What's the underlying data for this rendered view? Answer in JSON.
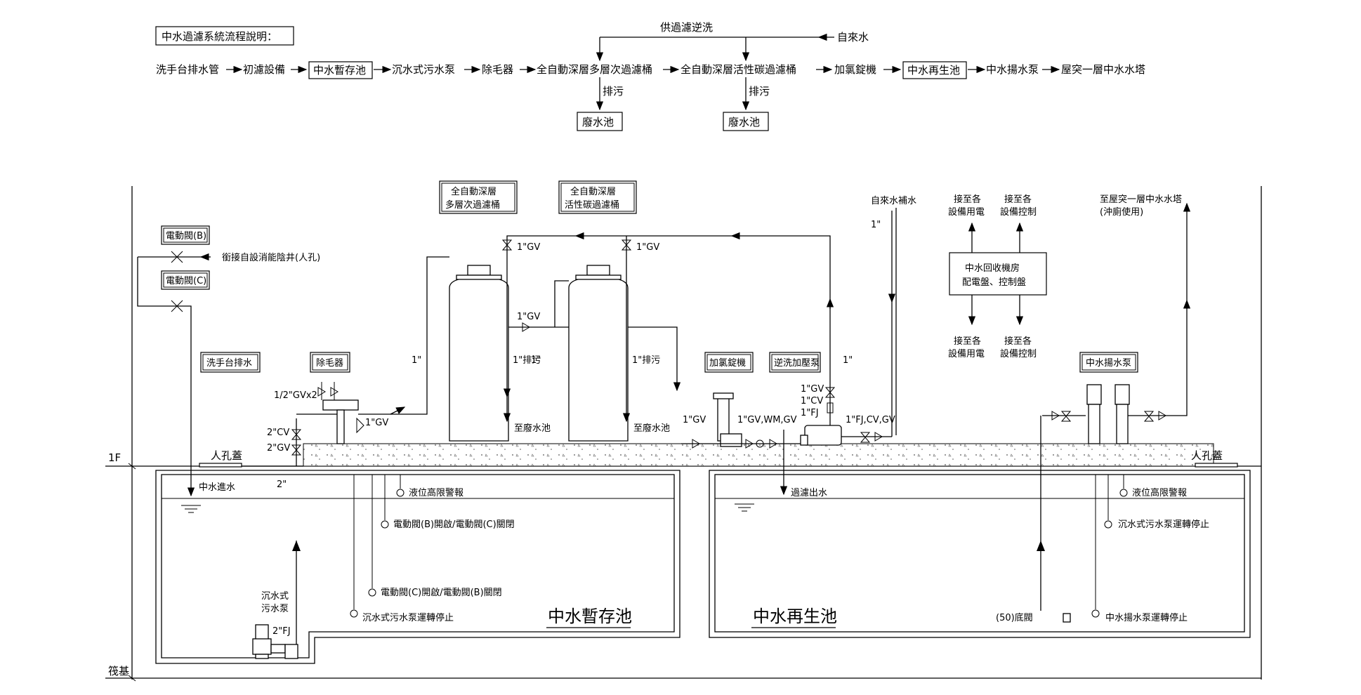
{
  "flow": {
    "title": "中水過濾系統流程說明：",
    "steps": [
      "洗手台排水管",
      "初濾設備",
      "中水暫存池",
      "沉水式污水泵",
      "除毛器",
      "全自動深層多層次過濾桶",
      "全自動深層活性碳過濾桶",
      "加氯錠機",
      "中水再生池",
      "中水揚水泵",
      "屋突一層中水水塔"
    ],
    "backwash": "供過濾逆洗",
    "city_water": "自來水",
    "drain_1": "排污",
    "drain_2": "排污",
    "waste_1": "廢水池",
    "waste_2": "廢水池"
  },
  "labels": {
    "valve_b": "電動閥(B)",
    "valve_c": "電動閥(C)",
    "connect_note": "銜接自設消能陰井(人孔)",
    "basin_drain": "洗手台排水",
    "hair_filter": "除毛器",
    "filter1": [
      "全自動深層",
      "多層次過濾桶"
    ],
    "filter2": [
      "全自動深層",
      "活性碳過濾桶"
    ],
    "chlorinator": "加氯錠機",
    "backwash_pump": "逆洗加壓泵",
    "lift_pump": "中水揚水泵",
    "city_makeup": "自來水補水",
    "to_power_1": [
      "接至各",
      "設備用電"
    ],
    "to_control_1": [
      "接至各",
      "設備控制"
    ],
    "panel": [
      "中水回收機房",
      "配電盤、控制盤"
    ],
    "to_power_2": [
      "接至各",
      "設備用電"
    ],
    "to_control_2": [
      "接至各",
      "設備控制"
    ],
    "to_tower": [
      "至屋突一層中水水塔",
      "(沖廁使用)"
    ],
    "gv1": "1\"GV",
    "gv2": "1\"GV",
    "gv3": "1\"GV",
    "gv4": "1\"GV",
    "gv5": "1\"GV",
    "p1": "1\"",
    "p2": "1\"",
    "p3": "1\"",
    "drain_a": "1\"排污",
    "drain_b": "1\"排污",
    "to_waste_a": "至廢水池",
    "to_waste_b": "至廢水池",
    "half_gv": "1/2\"GVx2",
    "cv2": "2\"CV",
    "gv2in": "2\"GV",
    "p2in": "2\"",
    "gvwm": "1\"GV,WM,GV",
    "bp_gv": "1\"GV",
    "bp_cv": "1\"CV",
    "bp_fj": "1\"FJ",
    "fjcvgv": "1\"FJ,CV,GV",
    "manhole_1": "人孔蓋",
    "manhole_2": "人孔蓋",
    "floor_1f": "1F",
    "floor_base": "筏基",
    "inflow": "中水進水",
    "level_alarm_1": "液位高限警報",
    "valve_b_open": "電動閥(B)開啟/電動閥(C)關閉",
    "valve_c_open": "電動閥(C)開啟/電動閥(B)關閉",
    "sump_stop": "沉水式污水泵運轉停止",
    "sub_pump": [
      "沉水式",
      "污水泵"
    ],
    "fj2": "2\"FJ",
    "tank_1": "中水暫存池",
    "filtered_out": "過濾出水",
    "tank_2": "中水再生池",
    "bottom_valve": "(50)底閥",
    "level_alarm_2": "液位高限警報",
    "sump_stop_2": "沉水式污水泵運轉停止",
    "lift_stop": "中水揚水泵運轉停止"
  }
}
